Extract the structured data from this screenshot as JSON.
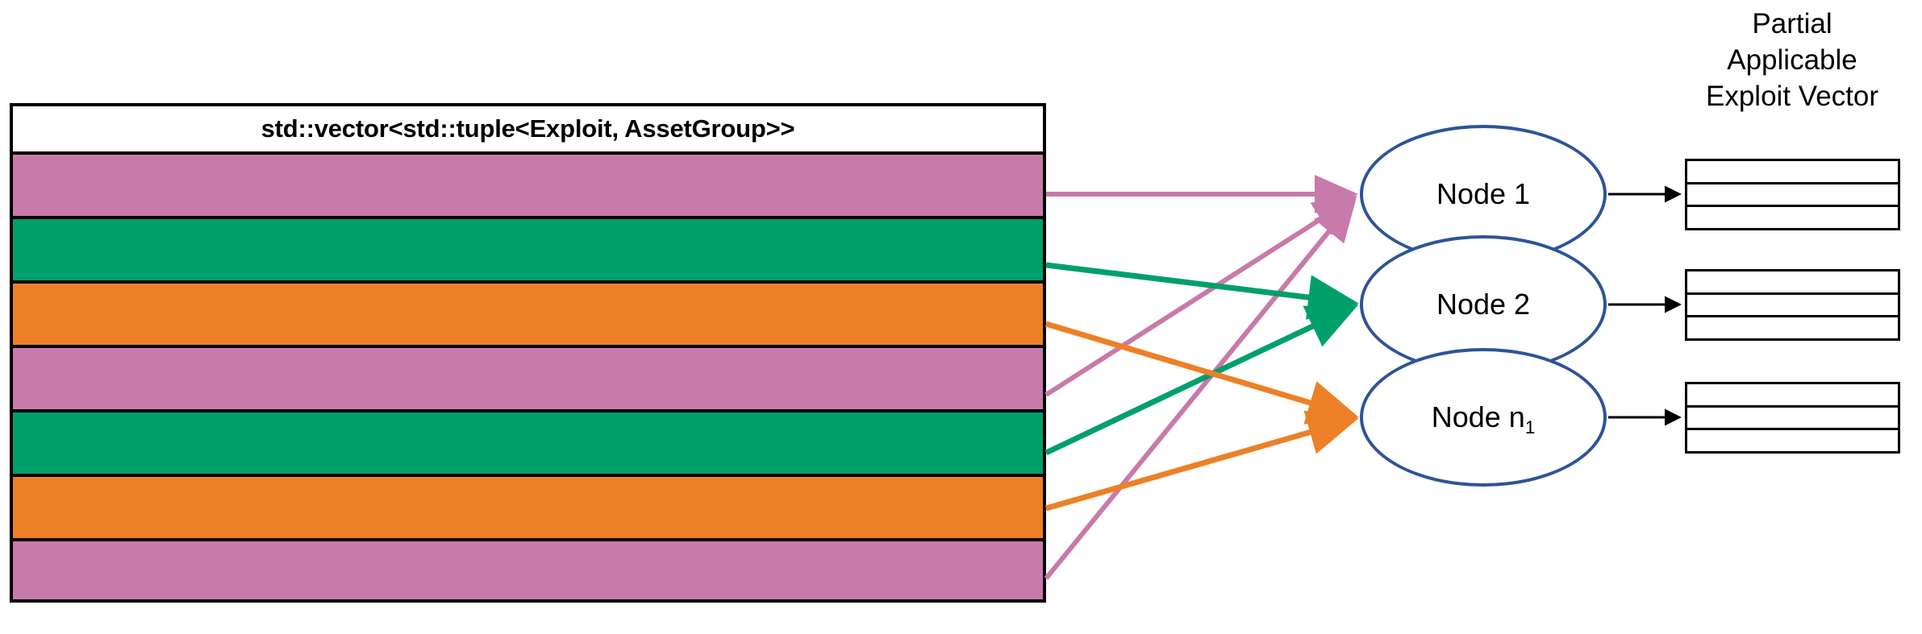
{
  "diagram": {
    "title_text": "std::vector<std::tuple<Exploit, AssetGroup>>",
    "colors": {
      "pink": "#C87AAA",
      "green": "#00A06B",
      "orange": "#ED8026",
      "node_border": "#2E5496",
      "outline": "#000000",
      "background": "#ffffff"
    }
  },
  "vector_table": {
    "header_label": "std::vector<std::tuple<Exploit, AssetGroup>>",
    "rows": [
      {
        "index": 1,
        "color": "#C87AAA",
        "group": "pink"
      },
      {
        "index": 2,
        "color": "#00A06B",
        "group": "green"
      },
      {
        "index": 3,
        "color": "#ED8026",
        "group": "orange"
      },
      {
        "index": 4,
        "color": "#C87AAA",
        "group": "pink"
      },
      {
        "index": 5,
        "color": "#00A06B",
        "group": "green"
      },
      {
        "index": 6,
        "color": "#ED8026",
        "group": "orange"
      },
      {
        "index": 7,
        "color": "#C87AAA",
        "group": "pink"
      }
    ]
  },
  "nodes": [
    {
      "id": "node-1",
      "label": "Node 1",
      "sub": ""
    },
    {
      "id": "node-2",
      "label": "Node 2",
      "sub": ""
    },
    {
      "id": "node-n1",
      "label": "Node n",
      "sub": "1"
    }
  ],
  "partial_vector": {
    "title_lines": [
      "Partial",
      "Applicable",
      "Exploit Vector"
    ],
    "boxes": [
      {
        "for_node": "Node 1",
        "cells": [
          "",
          "",
          ""
        ]
      },
      {
        "for_node": "Node 2",
        "cells": [
          "",
          "",
          ""
        ]
      },
      {
        "for_node": "Node n1",
        "cells": [
          "",
          "",
          ""
        ]
      }
    ]
  },
  "edges": [
    {
      "from_row": 1,
      "to_node": "Node 1",
      "color": "#C87AAA"
    },
    {
      "from_row": 4,
      "to_node": "Node 1",
      "color": "#C87AAA"
    },
    {
      "from_row": 7,
      "to_node": "Node 1",
      "color": "#C87AAA"
    },
    {
      "from_row": 2,
      "to_node": "Node 2",
      "color": "#00A06B"
    },
    {
      "from_row": 5,
      "to_node": "Node 2",
      "color": "#00A06B"
    },
    {
      "from_row": 3,
      "to_node": "Node n1",
      "color": "#ED8026"
    },
    {
      "from_row": 6,
      "to_node": "Node n1",
      "color": "#ED8026"
    }
  ],
  "node_to_vector_arrows": [
    {
      "from_node": "Node 1",
      "color": "#000000"
    },
    {
      "from_node": "Node 2",
      "color": "#000000"
    },
    {
      "from_node": "Node n1",
      "color": "#000000"
    }
  ]
}
